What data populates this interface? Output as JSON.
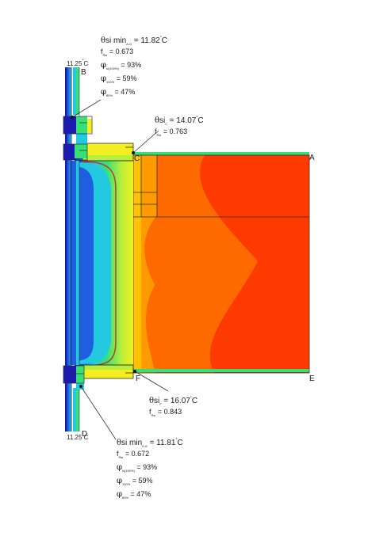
{
  "points": {
    "A": "A",
    "B": "B",
    "C": "C",
    "D": "D",
    "E": "E",
    "F": "F"
  },
  "temps": {
    "top": {
      "value": "11.25",
      "unit": "C",
      "degree": "°"
    },
    "bottom": {
      "value": "11.25",
      "unit": "C",
      "degree": "°"
    }
  },
  "annotations": {
    "top_left": {
      "theta": {
        "sym": "θ",
        "label": "si min",
        "sub": "A-G",
        "eq": "= 11.82",
        "degree": "°",
        "unit": "C"
      },
      "f": {
        "label": "f",
        "sub": "Rsi",
        "eq": "= 0.673"
      },
      "phi1": {
        "sym": "φ",
        "sub": "si(100%)",
        "eq": "= 93%"
      },
      "phi2": {
        "sym": "φ",
        "sub": "100%",
        "eq": "= 59%"
      },
      "phi3": {
        "sym": "φ",
        "sub": "80%",
        "eq": "= 47%"
      }
    },
    "c_point": {
      "theta": {
        "sym": "θ",
        "label": "si",
        "sub": "C",
        "eq": "= 14.07",
        "degree": "°",
        "unit": "C"
      },
      "f": {
        "label": "f",
        "sub": "Rsi",
        "eq": "= 0.763"
      }
    },
    "f_point": {
      "theta": {
        "sym": "θ",
        "label": "si",
        "sub": "F",
        "eq": "= 16.07",
        "degree": "°",
        "unit": "C"
      },
      "f": {
        "label": "f",
        "sub": "Rsi",
        "eq": "= 0.843"
      }
    },
    "bottom_left": {
      "theta": {
        "sym": "θ",
        "label": "si min",
        "sub": "D-E",
        "eq": "= 11.81",
        "degree": "°",
        "unit": "C"
      },
      "f": {
        "label": "f",
        "sub": "Rsi",
        "eq": "= 0.672"
      },
      "phi1": {
        "sym": "φ",
        "sub": "si(100%)",
        "eq": "= 93%"
      },
      "phi2": {
        "sym": "φ",
        "sub": "100%",
        "eq": "= 59%"
      },
      "phi3": {
        "sym": "φ",
        "sub": "80%",
        "eq": "= 47%"
      }
    }
  },
  "colors": {
    "hot": "#ff3a00",
    "warm": "#ff6a00",
    "mild": "#ff9a00",
    "amber": "#ffc200",
    "yellow": "#f2ee20",
    "lime": "#b9ef3a",
    "green": "#36e077",
    "cyan": "#22c9e0",
    "blue": "#1d5fe0",
    "navy": "#1a1ab0",
    "isotherm": "#c0392b",
    "outline": "#303030"
  }
}
